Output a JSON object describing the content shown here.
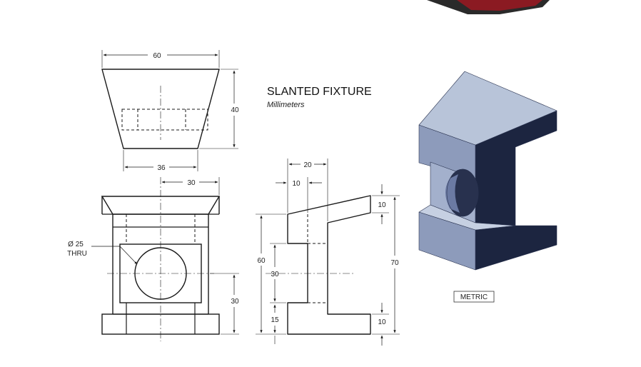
{
  "title": "SLANTED FIXTURE",
  "units": "Millimeters",
  "standard_label": "METRIC",
  "colors": {
    "line": "#1a1a1a",
    "iso_top": "#b8c4d9",
    "iso_front": "#8d9bbb",
    "iso_side": "#1c2540",
    "photo_red": "#8b1a22"
  },
  "views": {
    "top": {
      "width_top": "60",
      "height": "40",
      "width_bottom": "36"
    },
    "front": {
      "offset": "30",
      "hole": "Ø 25",
      "hole_note": "THRU",
      "height_lower": "30"
    },
    "side": {
      "width_total": "20",
      "width_inner": "10",
      "height_left": "60",
      "slot": "30",
      "base": "15",
      "height_right": "70",
      "top_step": "10",
      "bottom_step": "10"
    }
  }
}
